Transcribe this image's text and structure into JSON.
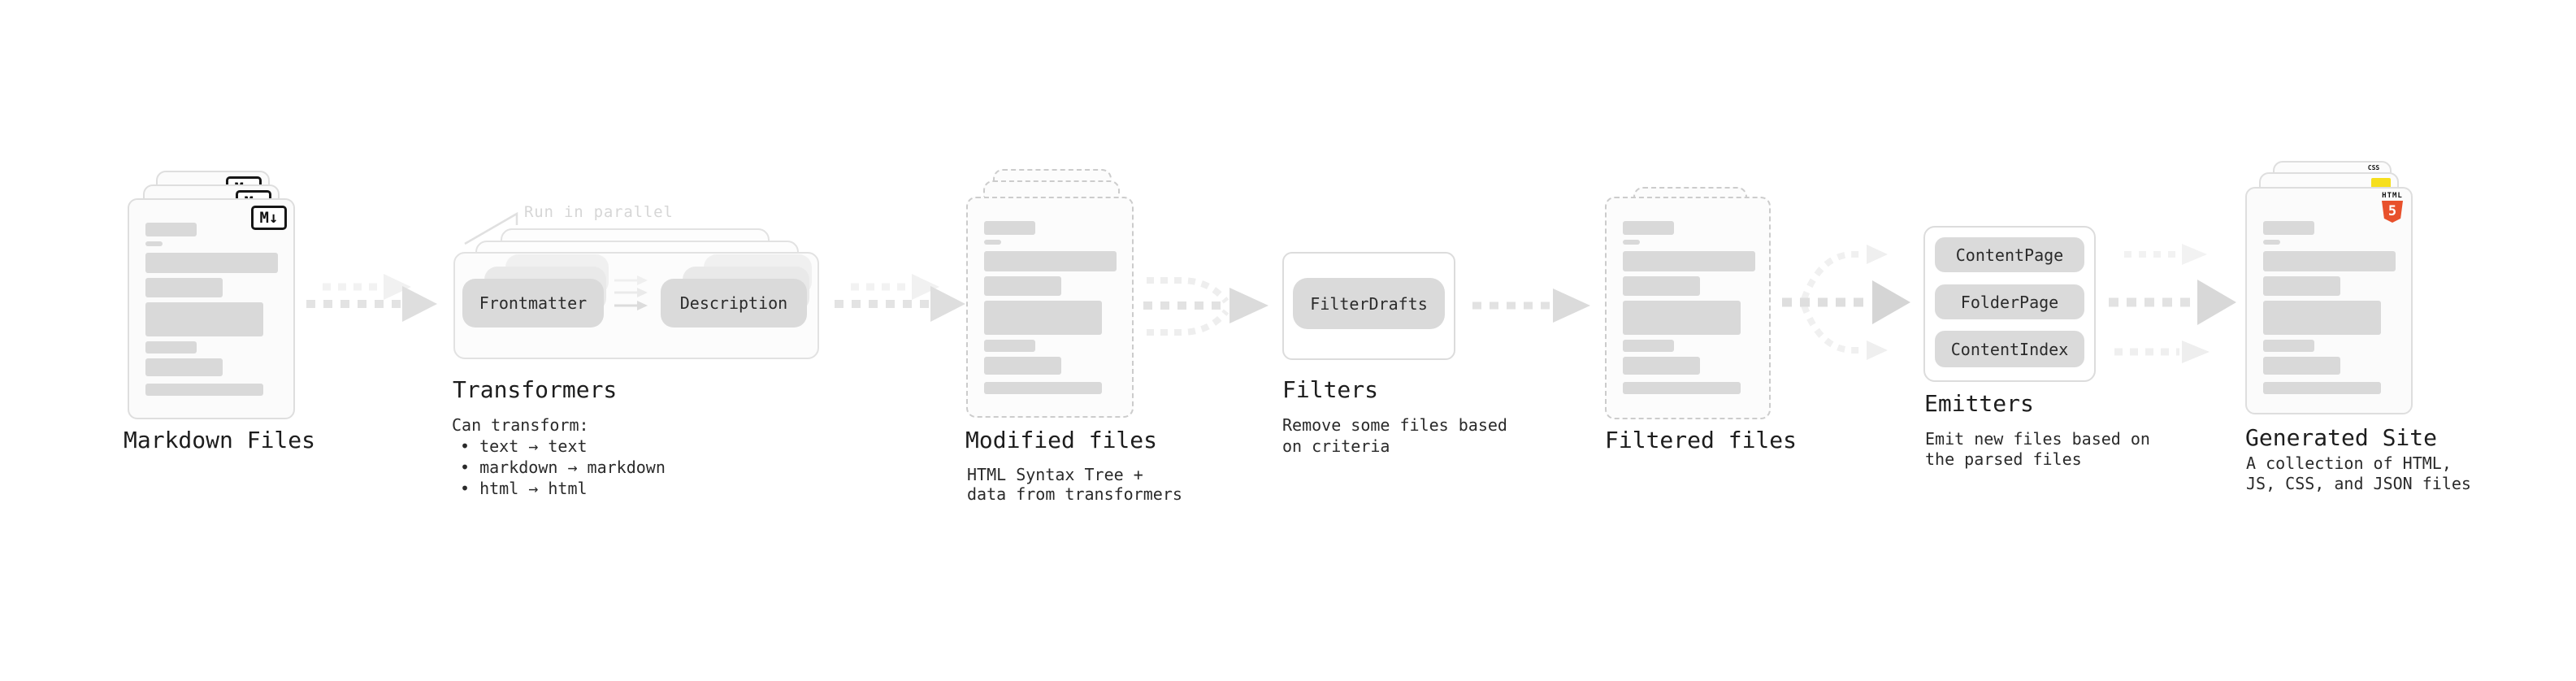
{
  "stages": {
    "markdown_files": {
      "label": "Markdown Files",
      "badge": "M↓"
    },
    "transformers": {
      "heading": "Transformers",
      "annotation": "Run in parallel",
      "boxes": [
        "Frontmatter",
        "Description"
      ],
      "desc_title": "Can transform:",
      "bullets": [
        "• text → text",
        "• markdown → markdown",
        "• html → html"
      ]
    },
    "modified_files": {
      "heading": "Modified files",
      "desc": [
        "HTML Syntax Tree +",
        "data from transformers"
      ]
    },
    "filters": {
      "heading": "Filters",
      "boxes": [
        "FilterDrafts"
      ],
      "desc": [
        "Remove some files based",
        "on criteria"
      ]
    },
    "filtered_files": {
      "label": "Filtered files"
    },
    "emitters": {
      "heading": "Emitters",
      "boxes": [
        "ContentPage",
        "FolderPage",
        "ContentIndex"
      ],
      "desc": [
        "Emit new files based on",
        "the parsed files"
      ]
    },
    "generated_site": {
      "heading": "Generated Site",
      "desc": [
        "A collection of HTML,",
        "JS, CSS, and JSON files"
      ],
      "html_badge": {
        "label": "HTML",
        "number": "5"
      },
      "css_badge": "CSS"
    }
  },
  "colors": {
    "markdown_badge_border": "#161616",
    "html5_orange": "#e8512c",
    "js_yellow": "#f6df1d",
    "css_blue": "#2c63f2",
    "placeholder_gray": "#d9d9d9",
    "arrow_gray": "#dedede",
    "annotation_gray": "#d6d6d6"
  }
}
